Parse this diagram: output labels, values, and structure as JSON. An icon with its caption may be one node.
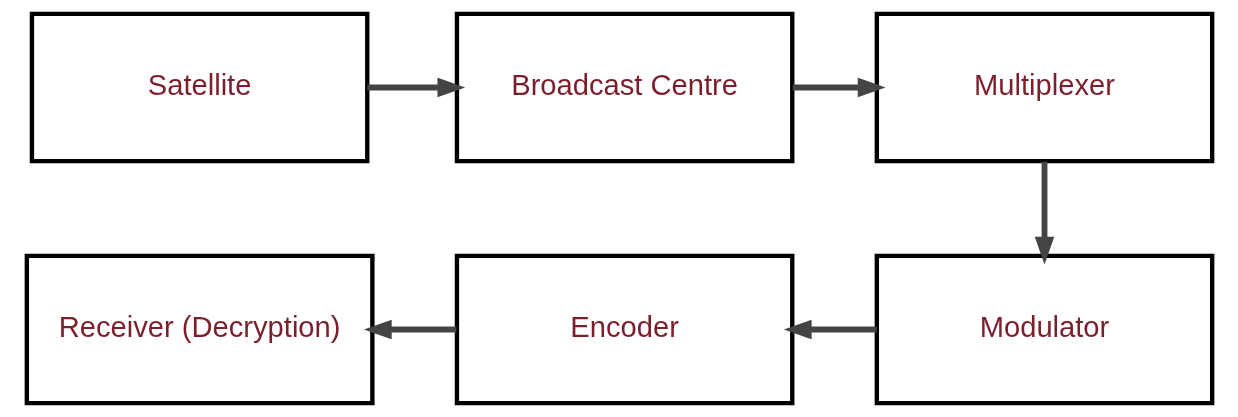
{
  "diagram": {
    "nodes": [
      {
        "text": [
          "Satellite"
        ]
      },
      {
        "text": [
          "Broadcast Centre"
        ]
      },
      {
        "text": [
          "Multiplexer"
        ]
      },
      {
        "text": [
          "Modulator"
        ]
      },
      {
        "text": [
          "Encoder"
        ]
      },
      {
        "text": [
          "Receiver (Decryption)"
        ]
      }
    ],
    "edges": [
      {
        "from": 0,
        "to": 1,
        "arrow": "to"
      },
      {
        "from": 1,
        "to": 2,
        "arrow": "to"
      },
      {
        "from": 2,
        "to": 3,
        "arrow": "to"
      },
      {
        "from": 3,
        "to": 4,
        "arrow": "to"
      },
      {
        "from": 4,
        "to": 5,
        "arrow": "to"
      }
    ]
  }
}
